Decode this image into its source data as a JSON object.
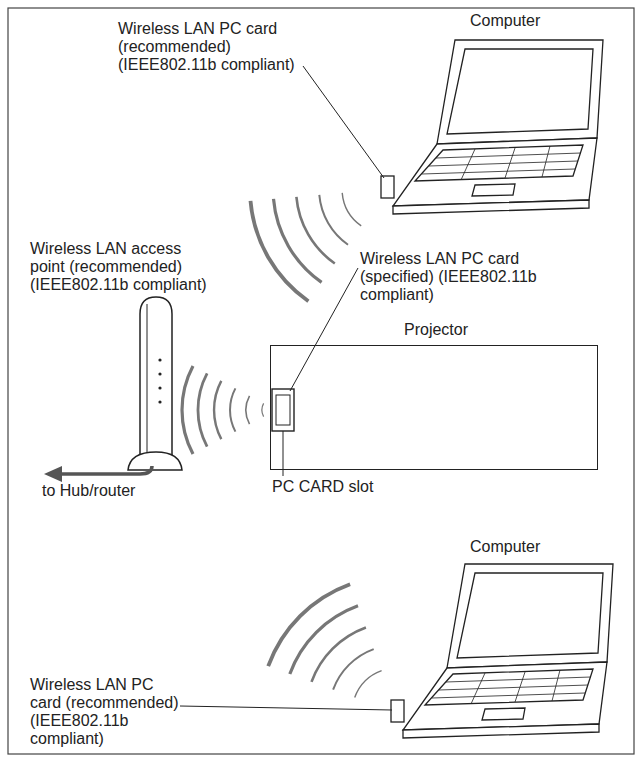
{
  "diagram": {
    "nodes": [
      {
        "text": [
          "Computer"
        ]
      },
      {
        "text": [
          "Projector"
        ]
      },
      {
        "text": [
          "Computer"
        ]
      }
    ],
    "labels": [
      "Wireless LAN PC card (recommended) (IEEE802.11b compliant)",
      "Wireless LAN PC card (specified) (IEEE802.11b compliant)",
      "Wireless LAN access point (recommended) (IEEE802.11b compliant)",
      "to Hub/router",
      "PC CARD slot",
      "Wireless LAN PC card (recommended) (IEEE802.11b compliant)"
    ]
  }
}
